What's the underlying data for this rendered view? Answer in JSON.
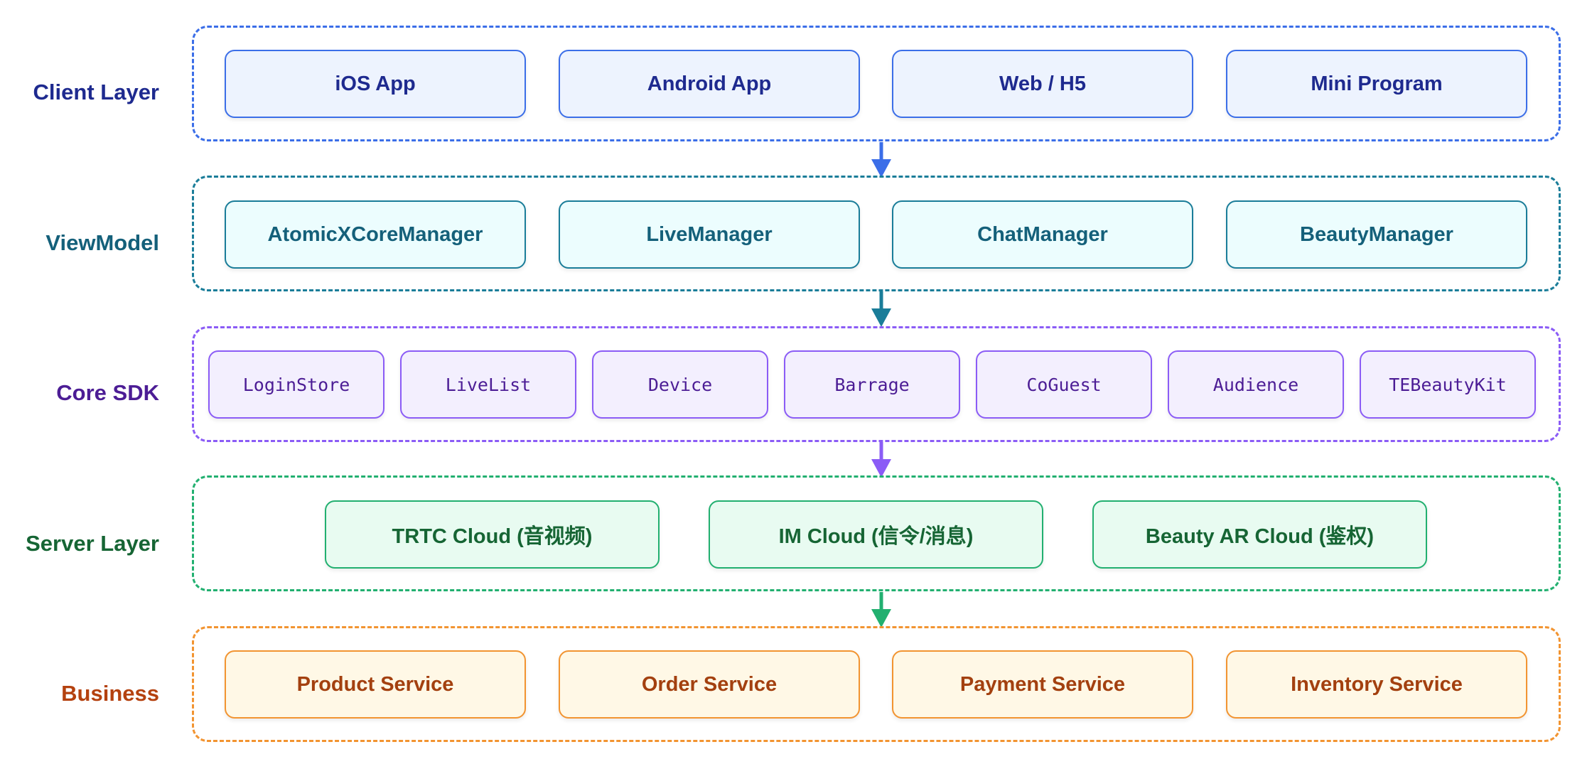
{
  "colors": {
    "client": {
      "label": "#1e2a8f",
      "border": "#3b6ee8",
      "fill": "#edf3fe",
      "text": "#1e2a8f"
    },
    "viewmodel": {
      "label": "#14607a",
      "border": "#1a7d99",
      "fill": "#ecfdfe",
      "text": "#14607a"
    },
    "core": {
      "label": "#4c1d95",
      "border": "#8b5cf6",
      "fill": "#f3effe",
      "text": "#4c1d95"
    },
    "server": {
      "label": "#166534",
      "border": "#22b070",
      "fill": "#e8fbf1",
      "text": "#166534"
    },
    "business": {
      "label": "#b4410f",
      "border": "#f29431",
      "fill": "#fff8e6",
      "text": "#a3400f"
    }
  },
  "layers": [
    {
      "id": "client",
      "label": "Client Layer",
      "items": [
        "iOS App",
        "Android App",
        "Web / H5",
        "Mini Program"
      ]
    },
    {
      "id": "viewmodel",
      "label": "ViewModel",
      "items": [
        "AtomicXCoreManager",
        "LiveManager",
        "ChatManager",
        "BeautyManager"
      ]
    },
    {
      "id": "core",
      "label": "Core SDK",
      "items": [
        "LoginStore",
        "LiveList",
        "Device",
        "Barrage",
        "CoGuest",
        "Audience",
        "TEBeautyKit"
      ]
    },
    {
      "id": "server",
      "label": "Server Layer",
      "items": [
        "TRTC Cloud (音视频)",
        "IM Cloud (信令/消息)",
        "Beauty AR Cloud (鉴权)"
      ]
    },
    {
      "id": "business",
      "label": "Business",
      "items": [
        "Product Service",
        "Order Service",
        "Payment Service",
        "Inventory Service"
      ]
    }
  ]
}
